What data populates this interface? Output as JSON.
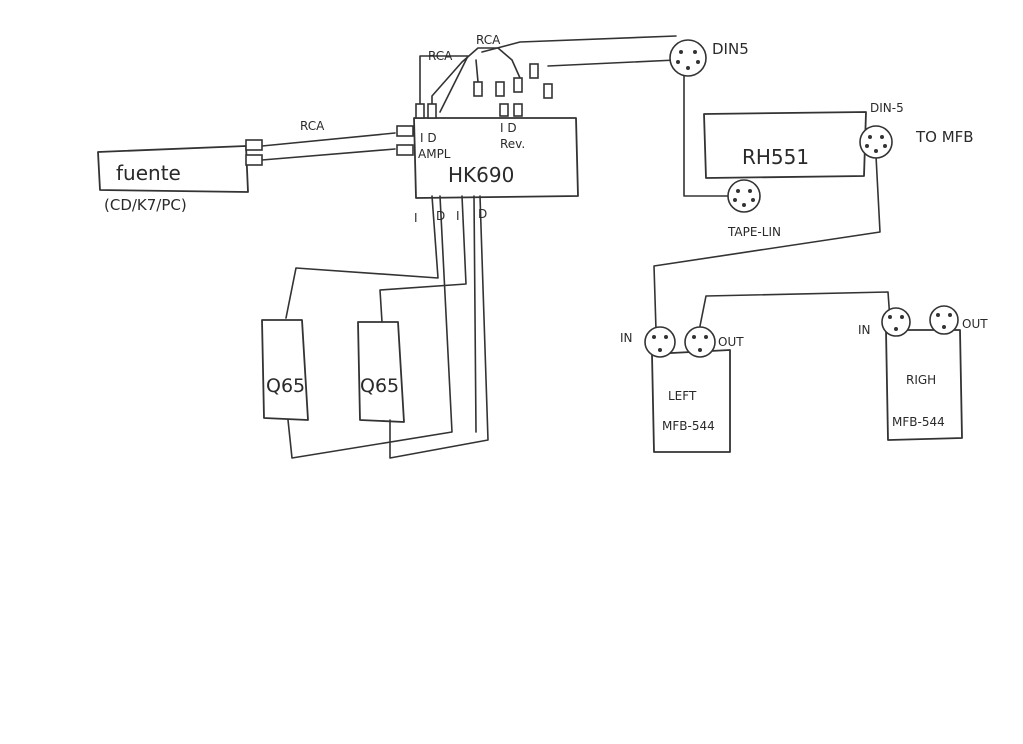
{
  "labels": {
    "rca_top_left": "RCA",
    "rca_top_right": "RCA",
    "din_top": "DIN5",
    "rca_left": "RCA",
    "source_name": "fuente",
    "source_sub": "(CD/K7/PC)",
    "amp_in_left": "I D",
    "amp_in_left_sub": "AMPL",
    "amp_in_right": "I D",
    "amp_in_right_sub": "Rev.",
    "amp_name": "HK690",
    "spk_out_left": "I",
    "spk_out_mid1": "D",
    "spk_out_mid2": "I",
    "spk_out_right": "D",
    "speaker_left": "Q65",
    "speaker_right": "Q65",
    "reverb_name": "RH551",
    "din5_right": "DIN-5",
    "to_mfb": "TO MFB",
    "tape_link": "TAPE-LIN",
    "left_in": "IN",
    "left_out": "OUT",
    "left_name": "LEFT",
    "left_model": "MFB-544",
    "right_in": "IN",
    "right_out": "OUT",
    "right_name": "RIGH",
    "right_model": "MFB-544"
  }
}
